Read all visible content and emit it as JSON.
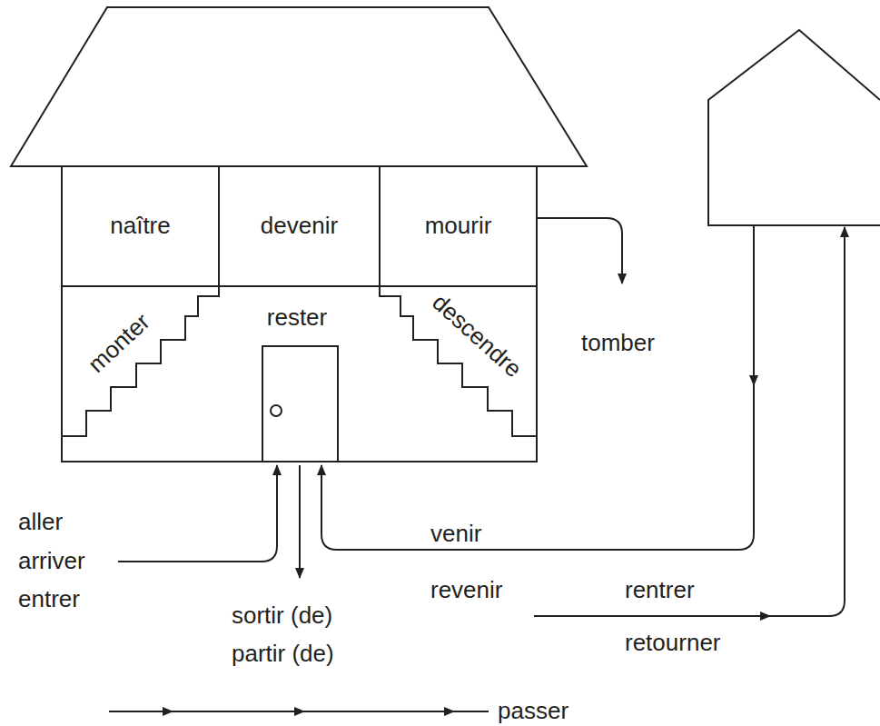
{
  "diagram": {
    "nodes": [
      {
        "text": [
          "naître"
        ]
      },
      {
        "text": [
          "devenir"
        ]
      },
      {
        "text": [
          "mourir"
        ]
      },
      {
        "text": [
          "monter",
          "rester",
          "descendre"
        ]
      }
    ],
    "labels": [
      "tomber",
      "aller",
      "arriver",
      "entrer",
      "venir",
      "revenir",
      "rentrer",
      "sortir (de)",
      "partir (de)",
      "retourner",
      "passer"
    ]
  }
}
